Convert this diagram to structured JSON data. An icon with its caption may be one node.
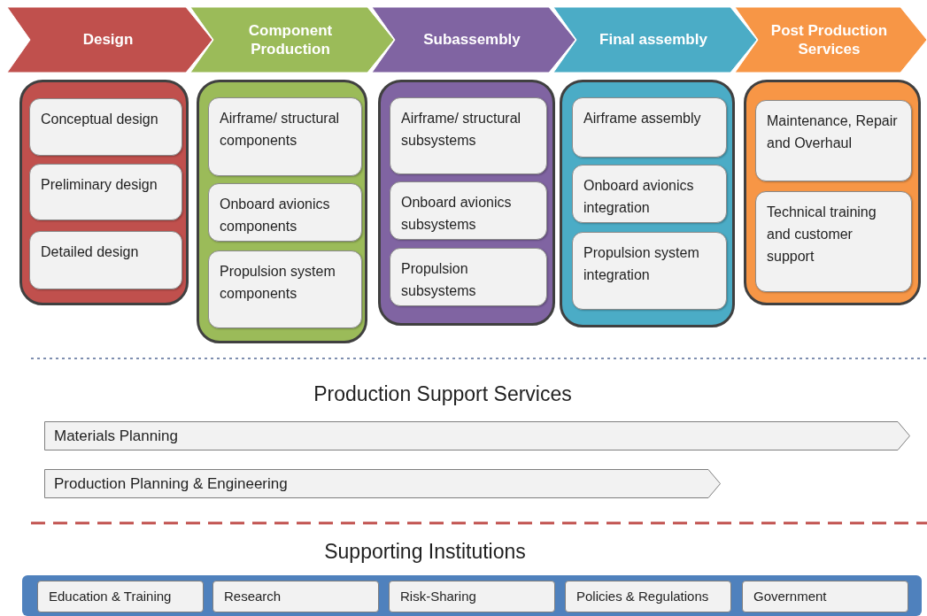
{
  "diagram": {
    "nodes": [
      {
        "text": [
          "Design"
        ]
      },
      {
        "text": [
          "Component Production"
        ]
      },
      {
        "text": [
          "Subassembly"
        ]
      },
      {
        "text": [
          "Final assembly"
        ]
      },
      {
        "text": [
          "Post Production Services"
        ]
      },
      {
        "text": [],
        "shape": "box"
      },
      {
        "text": [
          "Conceptual design"
        ],
        "in": 5
      },
      {
        "text": [
          "Preliminary design"
        ],
        "in": 5
      },
      {
        "text": [
          "Detailed design"
        ],
        "in": 5
      },
      {
        "text": [],
        "shape": "box"
      },
      {
        "text": [
          "Airframe/ structural components"
        ],
        "in": 9
      },
      {
        "text": [
          "Onboard avionics components"
        ],
        "in": 9
      },
      {
        "text": [
          "Propulsion system components"
        ],
        "in": 9
      },
      {
        "text": [],
        "shape": "box"
      },
      {
        "text": [
          "Airframe/ structural subsystems"
        ],
        "in": 13
      },
      {
        "text": [
          "Onboard avionics subsystems"
        ],
        "in": 13
      },
      {
        "text": [
          "Propulsion subsystems"
        ],
        "in": 13
      },
      {
        "text": [],
        "shape": "box"
      },
      {
        "text": [
          "Airframe assembly"
        ],
        "in": 17
      },
      {
        "text": [
          "Onboard avionics integration"
        ],
        "in": 17
      },
      {
        "text": [
          "Propulsion system integration"
        ],
        "in": 17
      },
      {
        "text": [],
        "shape": "box"
      },
      {
        "text": [
          "Maintenance, Repair and Overhaul"
        ],
        "in": 21
      },
      {
        "text": [
          "Technical training and customer support"
        ],
        "in": 21
      },
      {
        "text": [
          "Materials Planning"
        ]
      },
      {
        "text": [
          "Production Planning & Engineering"
        ]
      },
      {
        "text": [],
        "shape": "box"
      },
      {
        "text": [
          "Education & Training"
        ],
        "in": 26
      },
      {
        "text": [
          "Research"
        ],
        "in": 26
      },
      {
        "text": [
          "Risk-Sharing"
        ],
        "in": 26
      },
      {
        "text": [
          "Policies & Regulations"
        ],
        "in": 26
      },
      {
        "text": [
          "Government"
        ],
        "in": 26
      }
    ],
    "labels": [
      "Production Support Services",
      "Supporting Institutions"
    ]
  }
}
